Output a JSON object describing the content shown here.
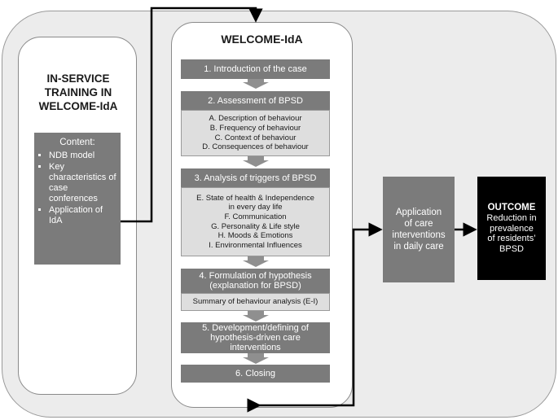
{
  "left_panel": {
    "title_lines": [
      "IN-SERVICE",
      "TRAINING IN",
      "WELCOME-IdA"
    ],
    "content_heading": "Content:",
    "content_items": [
      "NDB model",
      "Key characteristics of case conferences",
      "Application of IdA"
    ]
  },
  "center_panel": {
    "title": "WELCOME-IdA",
    "steps": {
      "s1": "1. Introduction of the case",
      "s2": "2. Assessment of BPSD",
      "s2_details": [
        "A. Description of behaviour",
        "B. Frequency of behaviour",
        "C. Context of behaviour",
        "D. Consequences of behaviour"
      ],
      "s3": "3. Analysis of triggers of BPSD",
      "s3_details": [
        "E. State of health & Independence",
        "in every day life",
        "F. Communication",
        "G. Personality & Life style",
        "H. Moods & Emotions",
        "I. Environmental Influences"
      ],
      "s4_lines": [
        "4. Formulation of hypothesis",
        "(explanation for BPSD)"
      ],
      "s4_detail": "Summary of behaviour analysis (E-I)",
      "s5_lines": [
        "5. Development/defining of",
        "hypothesis-driven care",
        "interventions"
      ],
      "s6": "6. Closing"
    }
  },
  "application": {
    "lines": [
      "Application",
      "of care",
      "interventions",
      "in daily care"
    ]
  },
  "outcome": {
    "title": "OUTCOME",
    "lines": [
      "Reduction in",
      "prevalence",
      "of residents’",
      "BPSD"
    ]
  },
  "colors": {
    "dark_box": "#7b7b7b",
    "light_box": "#dedede",
    "outcome_box": "#000000",
    "background": "#ececec"
  }
}
